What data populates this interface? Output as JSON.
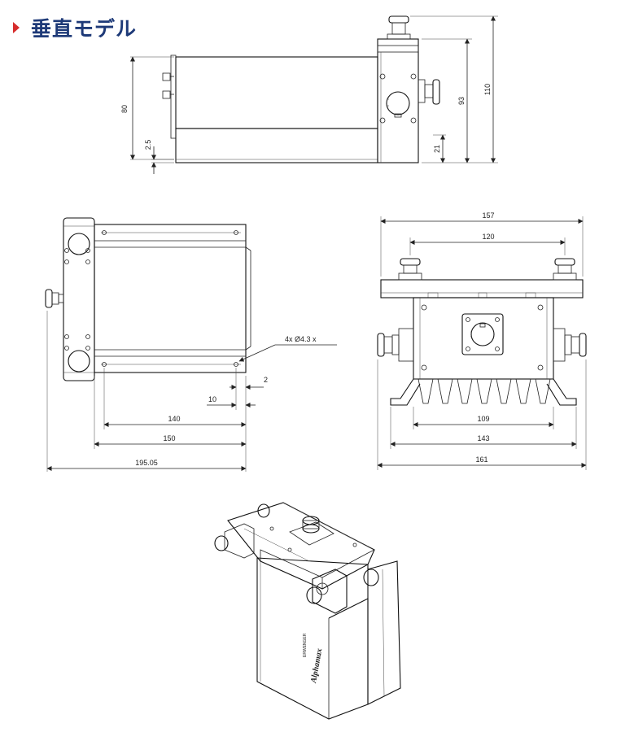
{
  "header": {
    "title": "垂直モデル"
  },
  "side_view": {
    "dims": {
      "d80": "80",
      "d2_5": "2.5",
      "d93": "93",
      "d110": "110",
      "d21": "21"
    }
  },
  "top_view": {
    "hole_note": "4x Ø4.3  x",
    "dims": {
      "d2": "2",
      "d10": "10",
      "d140": "140",
      "d150": "150",
      "d195": "195.05"
    }
  },
  "front_view": {
    "dims": {
      "d157": "157",
      "d120": "120",
      "d109": "109",
      "d143": "143",
      "d161": "161"
    }
  },
  "iso_view": {
    "brand_small": "ERWENGER",
    "brand_large": "Alphamax"
  }
}
